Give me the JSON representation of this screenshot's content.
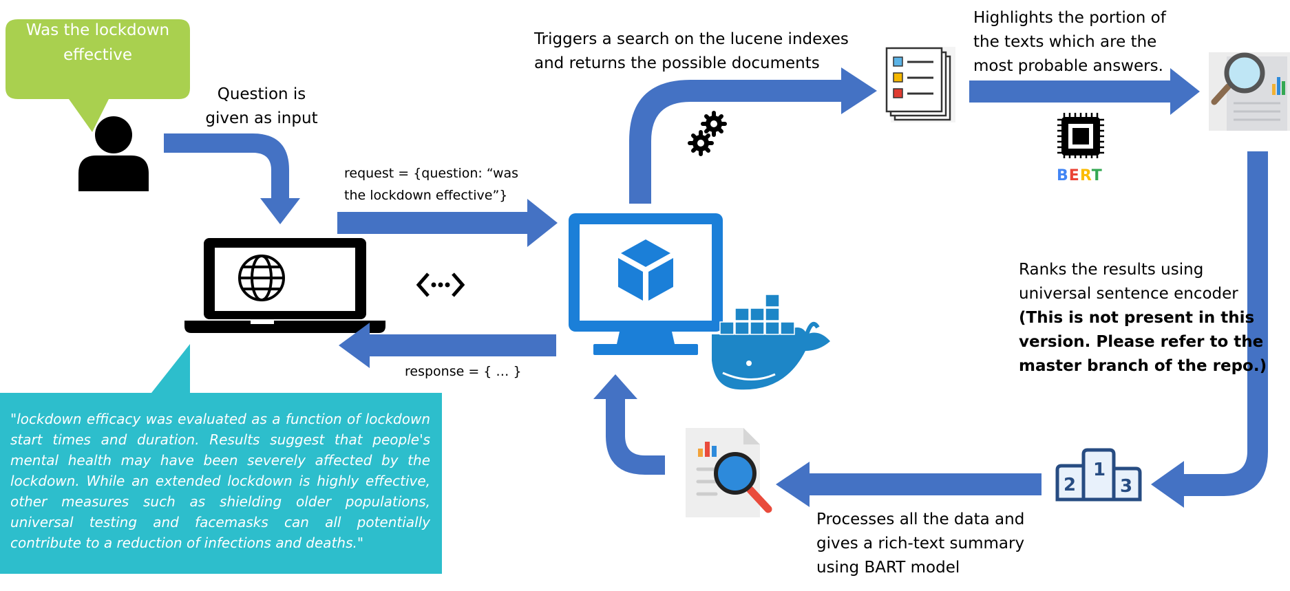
{
  "colors": {
    "arrow": "#4472C4",
    "speech_bubble": "#A9D04F",
    "quote_box": "#2DBECC",
    "monitor": "#1B7FD8",
    "docker": "#1D86C7"
  },
  "speech_bubble": {
    "text": "Was the lockdown effective"
  },
  "labels": {
    "question_input": [
      "Question is",
      "given as input"
    ],
    "request": [
      "request = {question: “was",
      "the lockdown effective”}"
    ],
    "response": "response  = { … }",
    "search": [
      "Triggers a search on the lucene indexes",
      "and returns the possible documents"
    ],
    "highlights": [
      "Highlights the portion of",
      "the texts which are the",
      "most probable answers."
    ],
    "ranks": [
      "Ranks the results using",
      "universal sentence encoder"
    ],
    "ranks_note": [
      "(This is not present in this",
      "version. Please refer to the",
      "master branch of the repo.)"
    ],
    "summary": [
      "Processes all the data and",
      "gives a rich-text summary",
      "using BART model"
    ]
  },
  "bert": {
    "letters": [
      "B",
      "E",
      "R",
      "T"
    ],
    "colors": [
      "#4285F4",
      "#EA4335",
      "#FBBC05",
      "#34A853"
    ]
  },
  "podium_numbers": [
    "2",
    "1",
    "3"
  ],
  "quote": "\"lockdown efficacy was evaluated as a function of lockdown start times and duration. Results suggest that people's mental health may have been severely affected by the lockdown. While an extended lockdown is highly effective, other measures such as shielding older populations, universal testing and facemasks can all potentially contribute to a reduction of infections and deaths.\"",
  "icons": [
    "user-icon",
    "laptop-icon",
    "globe-icon",
    "code-brackets-icon",
    "monitor-icon",
    "cube-icon",
    "docker-whale-icon",
    "gears-icon",
    "document-list-icon",
    "search-report-icon",
    "cpu-chip-icon",
    "podium-icon",
    "chart-search-document-icon"
  ]
}
